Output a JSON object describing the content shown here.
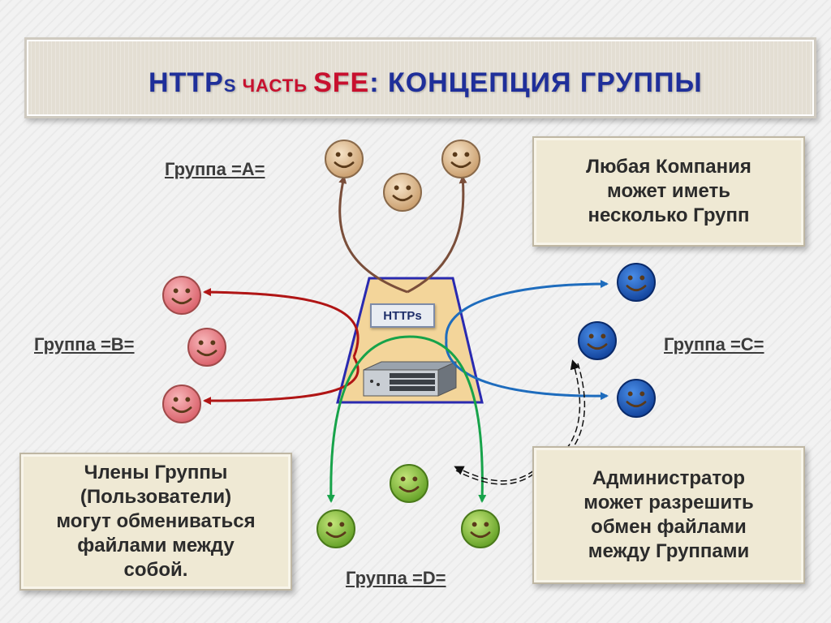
{
  "title": {
    "part1": "HTTP",
    "part2": "S",
    "part3": " ЧАСТЬ ",
    "part4": "SFE",
    "part5": ": КОНЦЕПЦИЯ ГРУППЫ"
  },
  "groups": {
    "a": "Группа =A=",
    "b": "Группа =B=",
    "c": "Группа =C=",
    "d": "Группа =D="
  },
  "server": {
    "label": "HTTPs"
  },
  "notes": {
    "company": "Любая Компания\nможет иметь\nнесколько Групп",
    "members": "Члены Группы\n(Пользователи)\nмогут обмениваться\nфайлами между\nсобой.",
    "admin": "Администратор\nможет разрешить\nобмен файлами\nмежду Группами"
  },
  "colors": {
    "group_a": "#d8b48a",
    "group_b": "#e8838a",
    "group_c": "#1f63c9",
    "group_d": "#8dc63f",
    "arrow_a": "#7a4e3a",
    "arrow_b": "#b01515",
    "arrow_c": "#1e6cbd",
    "arrow_d": "#17a34a",
    "server_fill": "#f3d59a",
    "server_border": "#2a2ab0"
  },
  "icons": [
    "smiley-face-icon",
    "server-rack-icon"
  ]
}
